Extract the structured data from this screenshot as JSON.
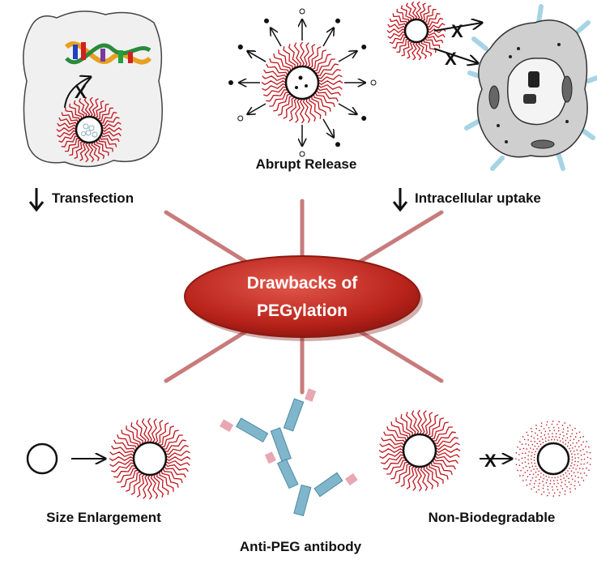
{
  "center": {
    "line1": "Drawbacks of",
    "line2": "PEGylation"
  },
  "labels": {
    "transfection": "Transfection",
    "abrupt_release": "Abrupt Release",
    "intracellular_uptake": "Intracellular uptake",
    "size_enlargement": "Size Enlargement",
    "anti_peg_antibody": "Anti-PEG antibody",
    "non_biodegradable": "Non-Biodegradable"
  },
  "markers": {
    "blocked": "X"
  },
  "colors": {
    "center_fill": "#c0392b",
    "spoke": "#c87b7b",
    "peg_chain": "#c0141c",
    "cell_fill": "#f0f0f0",
    "antibody_blue": "#7fb6cc",
    "antibody_pink": "#e8a7b3",
    "cell_spike": "#a7d4e4"
  },
  "icons": [
    "down-arrow-icon",
    "right-arrow-icon",
    "blocked-x-icon",
    "peg-nanoparticle-icon",
    "dna-helix-icon",
    "cell-icon",
    "antibody-icon"
  ]
}
